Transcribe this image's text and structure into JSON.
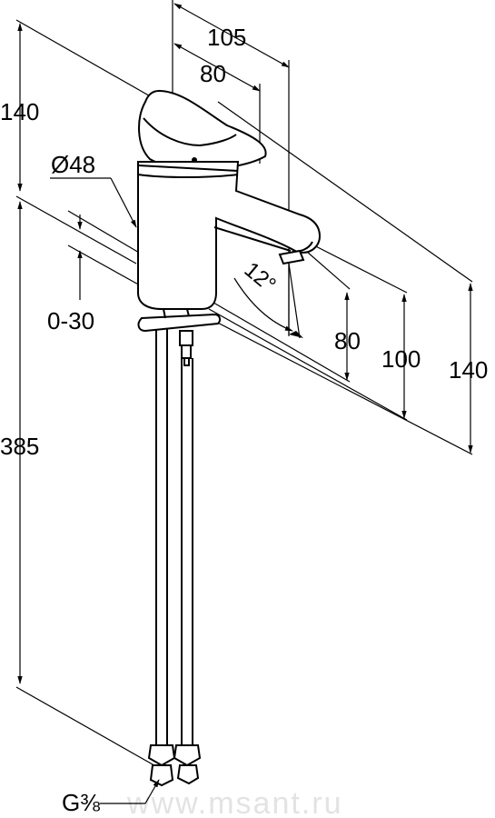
{
  "dimensions": {
    "spout_reach": "105",
    "handle_reach": "80",
    "top_height": "140",
    "diameter": "Ø48",
    "adjust_range": "0-30",
    "total_length": "385",
    "spout_angle": "12°",
    "outlet_80": "80",
    "outlet_100": "100",
    "outlet_140": "140",
    "thread": "G⅜"
  },
  "watermark": "www.msant.ru"
}
